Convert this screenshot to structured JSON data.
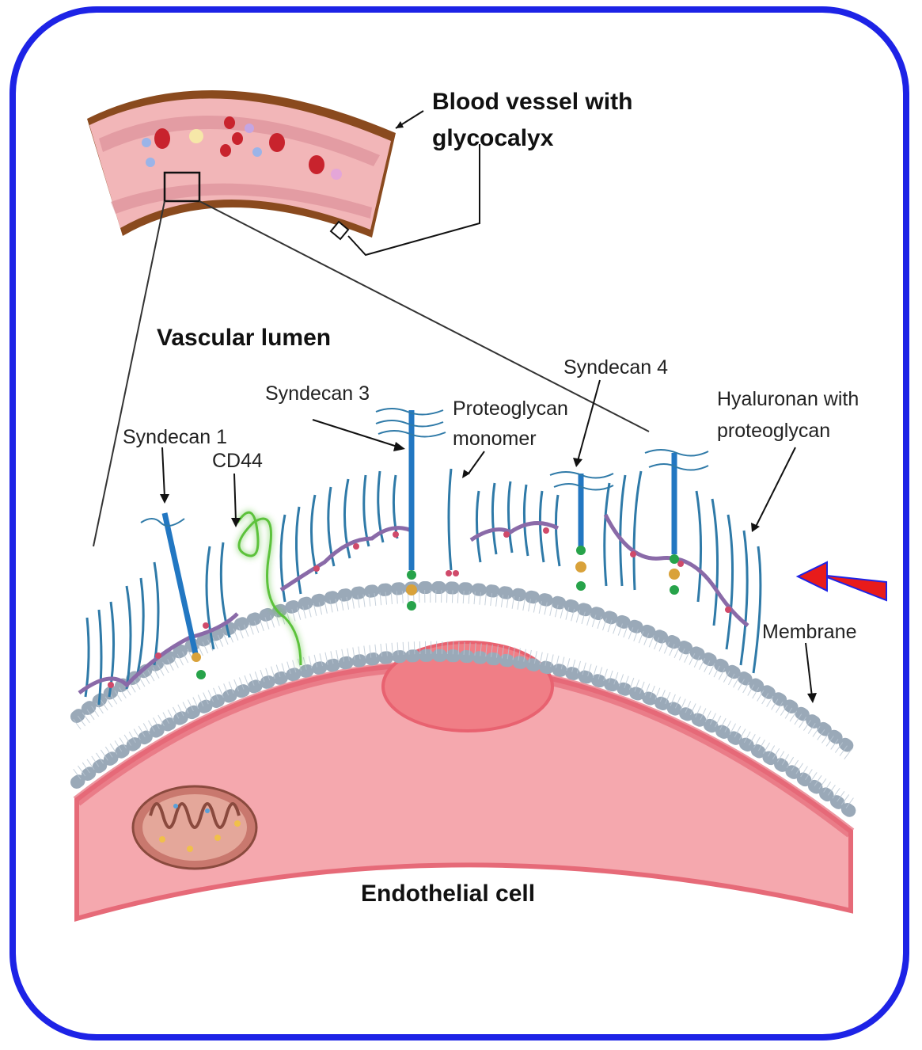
{
  "labels": {
    "blood_vessel_line1": "Blood vessel with",
    "blood_vessel_line2": "glycocalyx",
    "vascular_lumen": "Vascular lumen",
    "syndecan1": "Syndecan 1",
    "cd44": "CD44",
    "syndecan3": "Syndecan 3",
    "proteoglycan_line1": "Proteoglycan",
    "proteoglycan_line2": "monomer",
    "syndecan4": "Syndecan 4",
    "hyaluronan_line1": "Hyaluronan with",
    "hyaluronan_line2": "proteoglycan",
    "membrane": "Membrane",
    "endothelial_cell": "Endothelial cell"
  },
  "colors": {
    "frame_border": "#1d23e6",
    "cell_fill": "#f5a8ae",
    "cell_edge": "#e66a78",
    "nucleus_fill": "#f07e86",
    "membrane_bead": "#9aa9b8",
    "glycan": "#2f7aa8",
    "protein": "#2277c2",
    "cd44": "#7ad65a",
    "highlight_arrow": "#e81b1b"
  }
}
